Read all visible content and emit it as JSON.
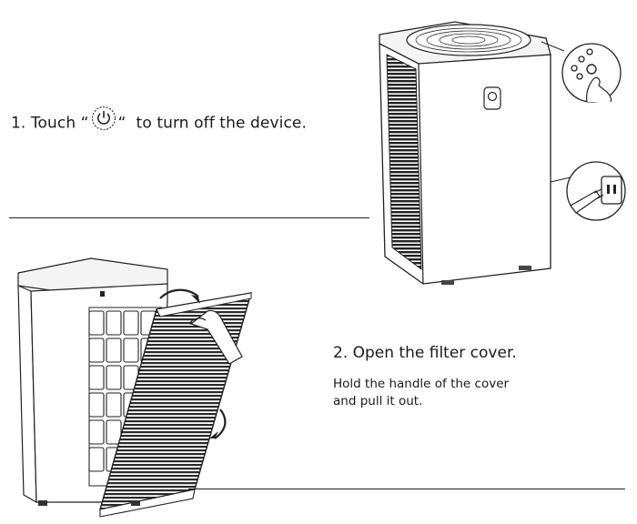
{
  "step1": {
    "text_before": "1. Touch “",
    "icon": "power-button-icon",
    "text_after": "“  to turn off the device."
  },
  "step2": {
    "title": "2. Open the filter cover.",
    "body_line1": "Hold the handle of the cover",
    "body_line2": "and pull it out."
  },
  "illustrations": {
    "top_right": "air-purifier-with-control-panel-and-power-plug",
    "bottom_left": "air-purifier-with-filter-cover-opening"
  }
}
